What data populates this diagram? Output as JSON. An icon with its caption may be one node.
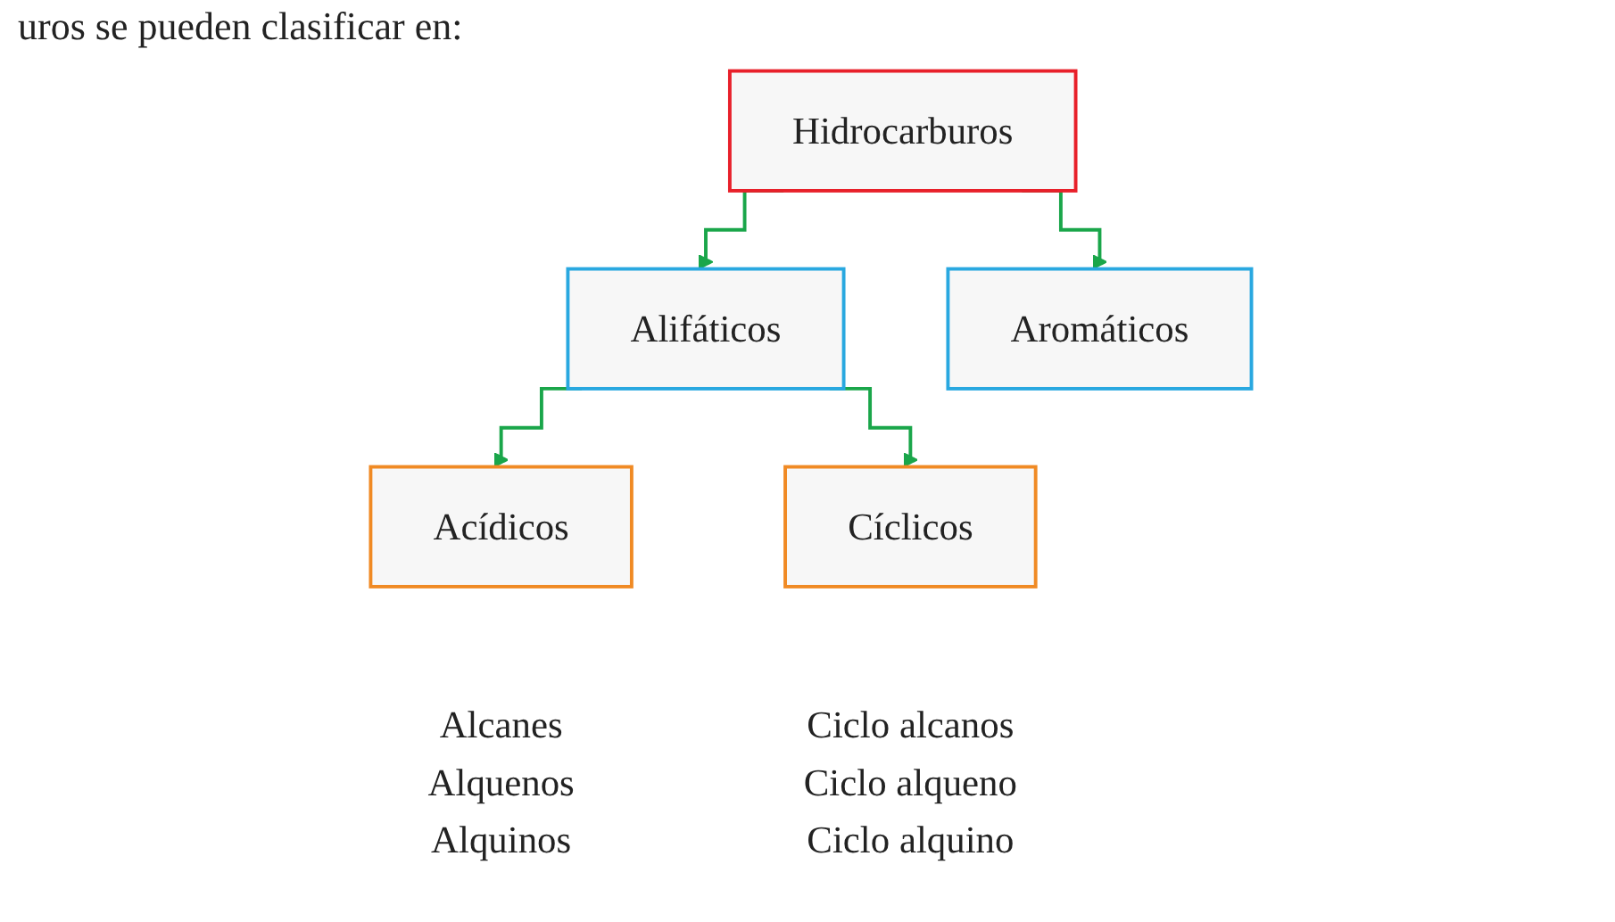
{
  "diagram": {
    "nodes": [
      {
        "text": [
          "Hidrocarburos"
        ]
      },
      {
        "text": [
          "Alifáticos"
        ]
      },
      {
        "text": [
          "Aromáticos"
        ]
      },
      {
        "text": [
          "Acídicos"
        ],
        "beside": [
          "Alcanes",
          "Alquenos",
          "Alquinos"
        ]
      },
      {
        "text": [
          "Cíclicos"
        ],
        "beside": [
          "Ciclo alcanos",
          "Ciclo alqueno",
          "Ciclo alquino"
        ]
      }
    ],
    "edges": [
      {
        "from": 0,
        "to": 1,
        "arrow": "to"
      },
      {
        "from": 0,
        "to": 2,
        "arrow": "to"
      },
      {
        "from": 1,
        "to": 3,
        "arrow": "to"
      },
      {
        "from": 1,
        "to": 4,
        "arrow": "to"
      }
    ],
    "labels": [
      "uros se pueden clasificar en:"
    ]
  }
}
